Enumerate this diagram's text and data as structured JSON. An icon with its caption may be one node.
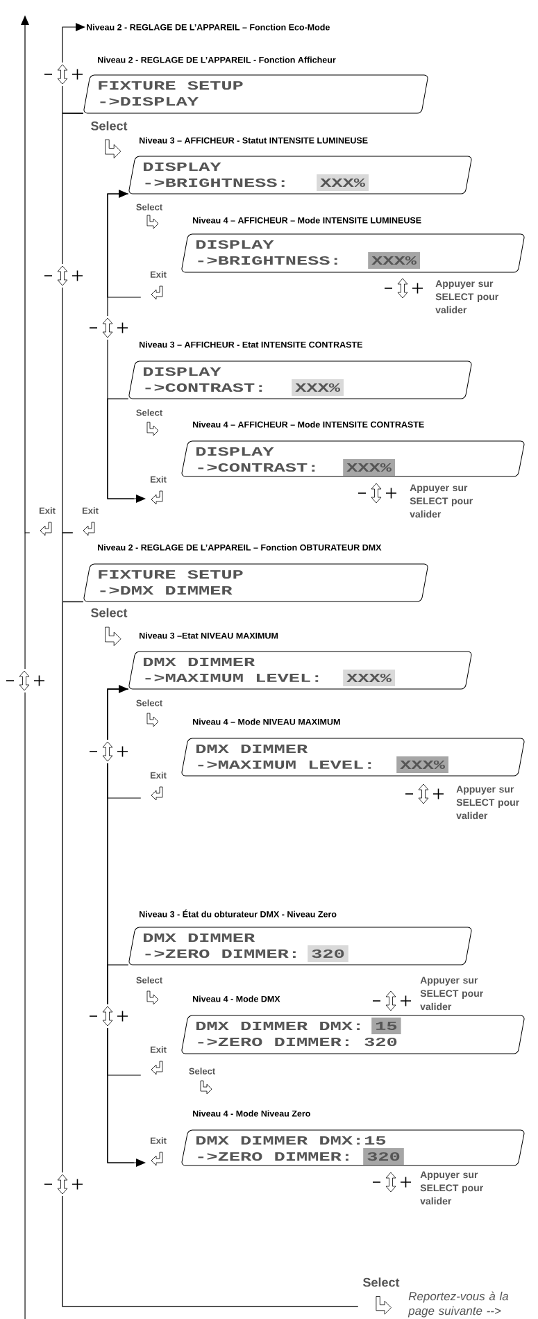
{
  "diagram": {
    "nodes": [
      {
        "text": [
          "Niveau 2 - REGLAGE DE L’APPAREIL – Fonction Eco-Mode"
        ]
      },
      {
        "text": [
          "Niveau 2 - REGLAGE DE L’APPAREIL - Fonction Afficheur",
          "FIXTURE SETUP",
          "->DISPLAY"
        ]
      },
      {
        "text": [
          "Niveau 3 – AFFICHEUR - Statut INTENSITE LUMINEUSE",
          "DISPLAY",
          "->BRIGHTNESS:",
          "XXX%"
        ]
      },
      {
        "text": [
          "Niveau 4 – AFFICHEUR – Mode INTENSITE LUMINEUSE",
          "DISPLAY",
          "->BRIGHTNESS:",
          "XXX%"
        ]
      },
      {
        "text": [
          "Exit"
        ]
      },
      {
        "text": [
          "Niveau 3 – AFFICHEUR - Etat INTENSITE CONTRASTE",
          "DISPLAY",
          "->CONTRAST:",
          "XXX%"
        ]
      },
      {
        "text": [
          "Niveau 4 – AFFICHEUR – Mode INTENSITE CONTRASTE",
          "DISPLAY",
          "->CONTRAST:",
          "XXX%"
        ]
      },
      {
        "text": [
          "Exit"
        ]
      },
      {
        "text": [
          "Exit"
        ]
      },
      {
        "text": [
          "Exit"
        ]
      },
      {
        "text": [
          "Niveau 2 - REGLAGE DE L’APPAREIL – Fonction OBTURATEUR DMX",
          "FIXTURE SETUP",
          "->DMX DIMMER"
        ]
      },
      {
        "text": [
          "Niveau 3 –Etat NIVEAU MAXIMUM",
          "DMX DIMMER",
          "->MAXIMUM LEVEL:",
          "XXX%"
        ]
      },
      {
        "text": [
          "Niveau 4 – Mode NIVEAU MAXIMUM",
          "DMX DIMMER",
          "->MAXIMUM LEVEL:",
          "XXX%"
        ]
      },
      {
        "text": [
          "Exit"
        ]
      },
      {
        "text": [
          "Niveau 3 - État du obturateur DMX - Niveau Zero",
          "DMX DIMMER",
          "->ZERO DIMMER:",
          "320"
        ]
      },
      {
        "text": [
          "Niveau 4 - Mode DMX",
          "DMX DIMMER DMX:",
          "15",
          "->ZERO DIMMER: 320"
        ]
      },
      {
        "text": [
          "Exit"
        ]
      },
      {
        "text": [
          "Niveau 4 - Mode Niveau Zero",
          "DMX DIMMER DMX:15",
          "->ZERO DIMMER:",
          "320"
        ]
      },
      {
        "text": [
          "Exit"
        ]
      },
      {
        "text": [
          "Select"
        ],
        "beside": [
          "Reportez-vous à la page suivante -->"
        ]
      }
    ],
    "edges": [
      {
        "from": 1,
        "to": 0,
        "arrow": "to"
      },
      {
        "from": 1,
        "to": 9,
        "arrow": "none"
      },
      {
        "from": 9,
        "to": 10,
        "arrow": "none"
      },
      {
        "from": 10,
        "to": 19,
        "arrow": "none",
        "color": "#555555"
      },
      {
        "from": 2,
        "to": 7,
        "arrow": "both"
      },
      {
        "from": 4,
        "to": 2,
        "arrow": "none"
      },
      {
        "from": 5,
        "to": 7,
        "arrow": "none"
      },
      {
        "from": 11,
        "to": 18,
        "arrow": "both"
      },
      {
        "from": 13,
        "to": 11,
        "arrow": "none"
      },
      {
        "from": 14,
        "to": 18,
        "arrow": "none"
      },
      {
        "from": 16,
        "to": 11,
        "arrow": "none"
      },
      {
        "from": 8,
        "to": null,
        "arrow": "to"
      }
    ],
    "labels": [
      "Select",
      "Select",
      "Appuyer sur SELECT pour valider",
      "Select",
      "Appuyer sur SELECT pour valider",
      "Select",
      "Select",
      "Appuyer sur SELECT pour valider",
      "Select",
      "Appuyer sur SELECT pour valider",
      "Select",
      "Appuyer sur SELECT pour valider"
    ]
  }
}
